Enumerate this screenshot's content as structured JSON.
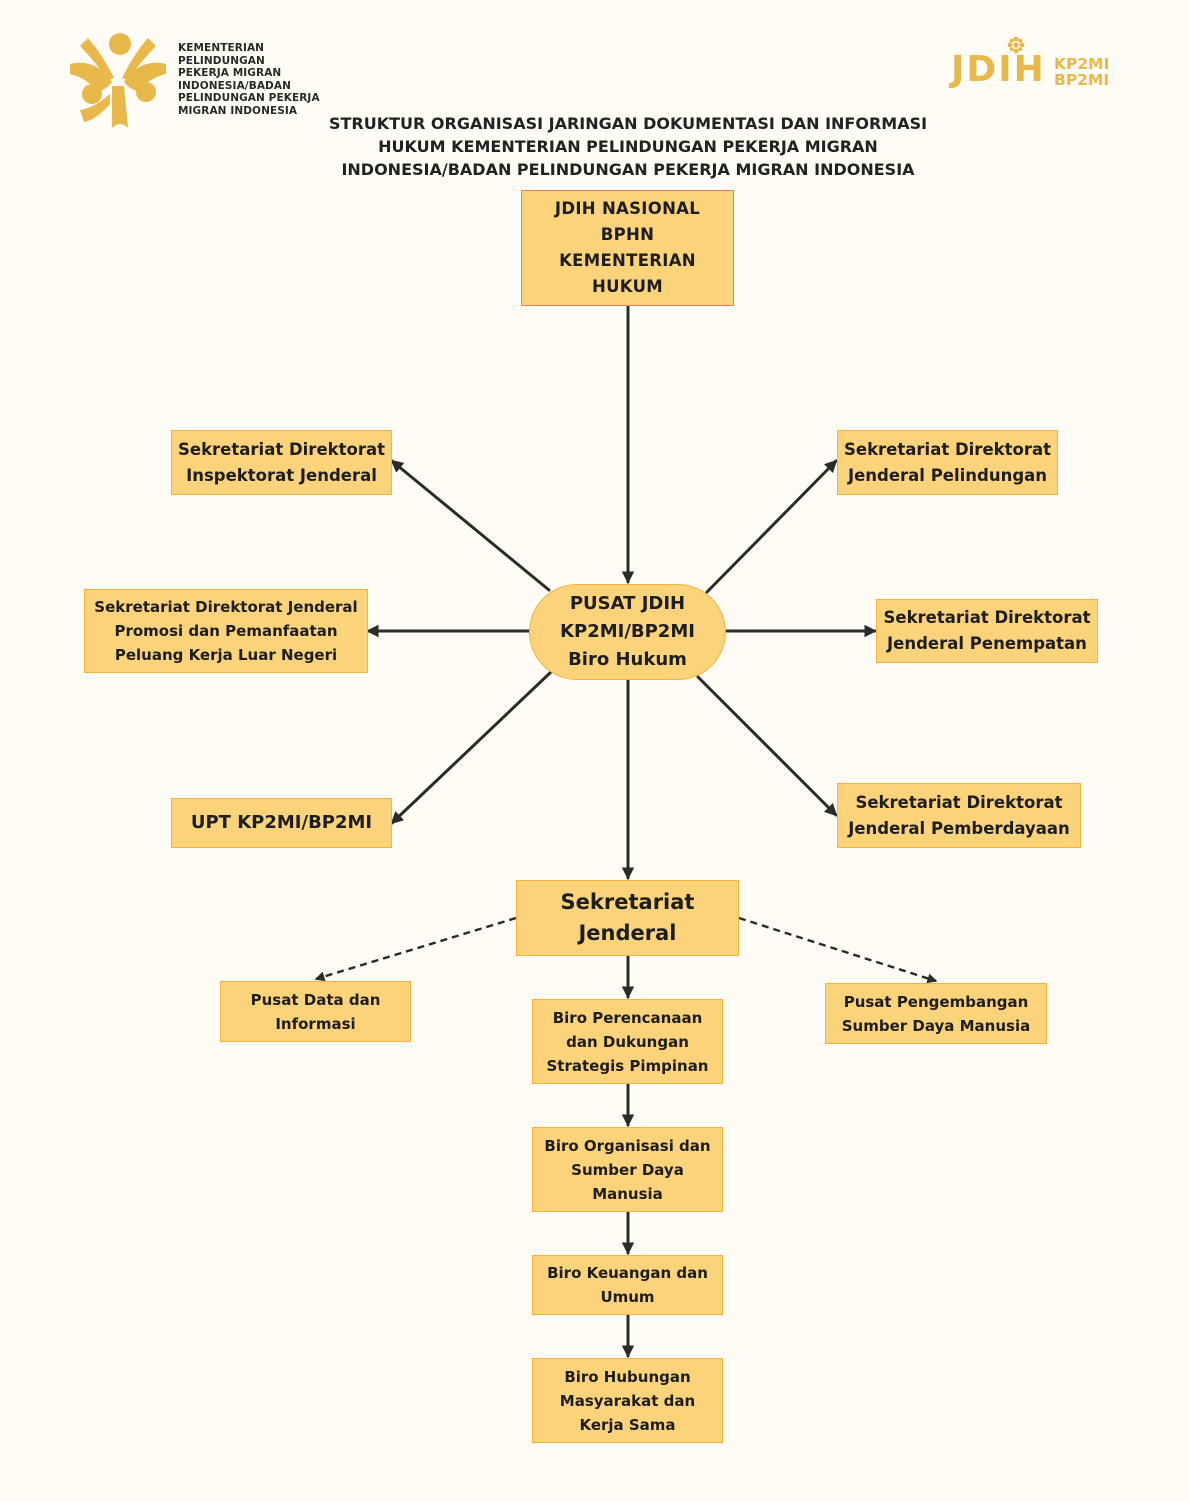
{
  "header": {
    "logo_text": [
      "KEMENTERIAN",
      "PELINDUNGAN",
      "PEKERJA MIGRAN",
      "INDONESIA/BADAN",
      "PELINDUNGAN PEKERJA",
      "MIGRAN INDONESIA"
    ],
    "jdih_word": "JDIH",
    "jdih_sub1": "KP2MI",
    "jdih_sub2": "BP2MI",
    "title_lines": [
      "STRUKTUR ORGANISASI JARINGAN DOKUMENTASI DAN INFORMASI",
      "HUKUM KEMENTERIAN PELINDUNGAN PEKERJA MIGRAN",
      "INDONESIA/BADAN PELINDUNGAN PEKERJA MIGRAN INDONESIA"
    ]
  },
  "colors": {
    "box_fill": "#fbd37b",
    "box_border": "#f3b43c",
    "top_border": "#f07b67",
    "logo_gold": "#e8b84a",
    "arrow": "#2b2b2b",
    "background": "#fefcf5"
  },
  "nodes": {
    "jdih_nasional": [
      "JDIH NASIONAL",
      "BPHN",
      "KEMENTERIAN",
      "HUKUM"
    ],
    "pusat": [
      "PUSAT JDIH",
      "KP2MI/BP2MI",
      "Biro Hukum"
    ],
    "inspektorat": [
      "Sekretariat Direktorat",
      "Inspektorat Jenderal"
    ],
    "pelindungan": [
      "Sekretariat Direktorat",
      "Jenderal Pelindungan"
    ],
    "promosi": [
      "Sekretariat Direktorat Jenderal",
      "Promosi dan Pemanfaatan",
      "Peluang Kerja Luar Negeri"
    ],
    "penempatan": [
      "Sekretariat Direktorat",
      "Jenderal Penempatan"
    ],
    "upt": [
      "UPT KP2MI/BP2MI"
    ],
    "pemberdayaan": [
      "Sekretariat Direktorat",
      "Jenderal  Pemberdayaan"
    ],
    "sekjen": [
      "Sekretariat",
      "Jenderal"
    ],
    "pusdatin": [
      "Pusat Data dan",
      "Informasi"
    ],
    "ppsdm": [
      "Pusat Pengembangan",
      "Sumber Daya Manusia"
    ],
    "biro_perencanaan": [
      "Biro Perencanaan",
      "dan Dukungan",
      "Strategis Pimpinan"
    ],
    "biro_organisasi": [
      "Biro Organisasi dan",
      "Sumber Daya",
      "Manusia"
    ],
    "biro_keuangan": [
      "Biro Keuangan dan",
      "Umum"
    ],
    "biro_humas": [
      "Biro Hubungan",
      "Masyarakat dan",
      "Kerja Sama"
    ]
  }
}
